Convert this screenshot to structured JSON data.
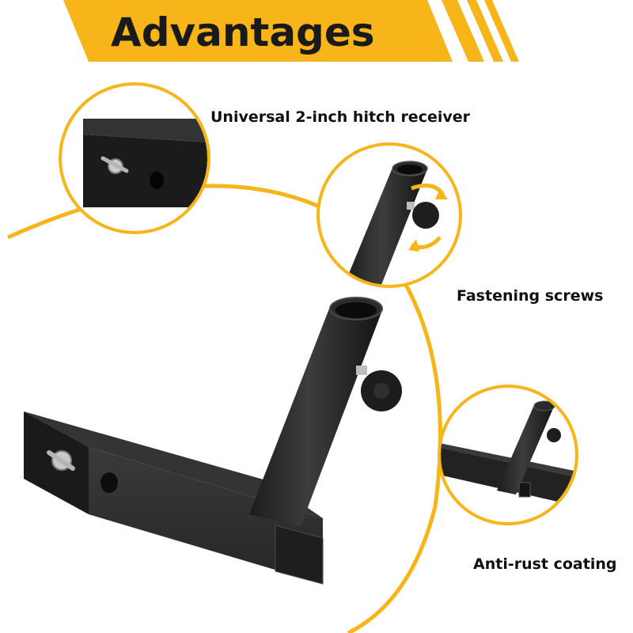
{
  "header": {
    "title": "Advantages",
    "accent_color": "#f7b51a"
  },
  "callouts": [
    {
      "label": "Universal 2-inch hitch receiver"
    },
    {
      "label": "Fastening screws"
    },
    {
      "label": "Anti-rust coating"
    }
  ],
  "colors": {
    "accent": "#f7b51a",
    "metal": "#2a2a2a",
    "text": "#111111"
  },
  "icons": [
    "rotate-arrows-icon"
  ]
}
